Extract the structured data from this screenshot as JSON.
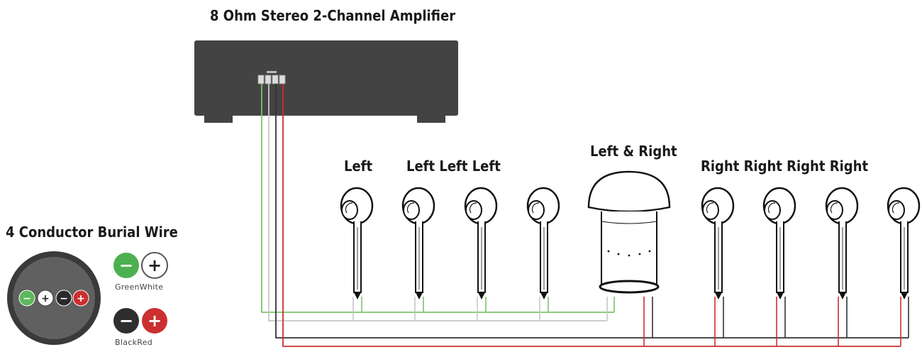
{
  "amplifier": {
    "title": "8 Ohm Stereo 2-Channel Amplifier"
  },
  "speakers": {
    "left_label": "Left",
    "left_group_label": "Left Left Left",
    "center_label": "Left & Right",
    "right_group_label": "Right Right Right Right"
  },
  "wire": {
    "title": "4 Conductor Burial Wire",
    "pair1_label": "GreenWhite",
    "pair2_label": "BlackRed",
    "minus_symbol": "−",
    "plus_symbol": "+"
  },
  "colors": {
    "green": "#7cc36a",
    "white_wire": "#c8c8c8",
    "black_wire": "#333333",
    "red": "#cc2f2f",
    "amplifier_body": "#434344"
  }
}
